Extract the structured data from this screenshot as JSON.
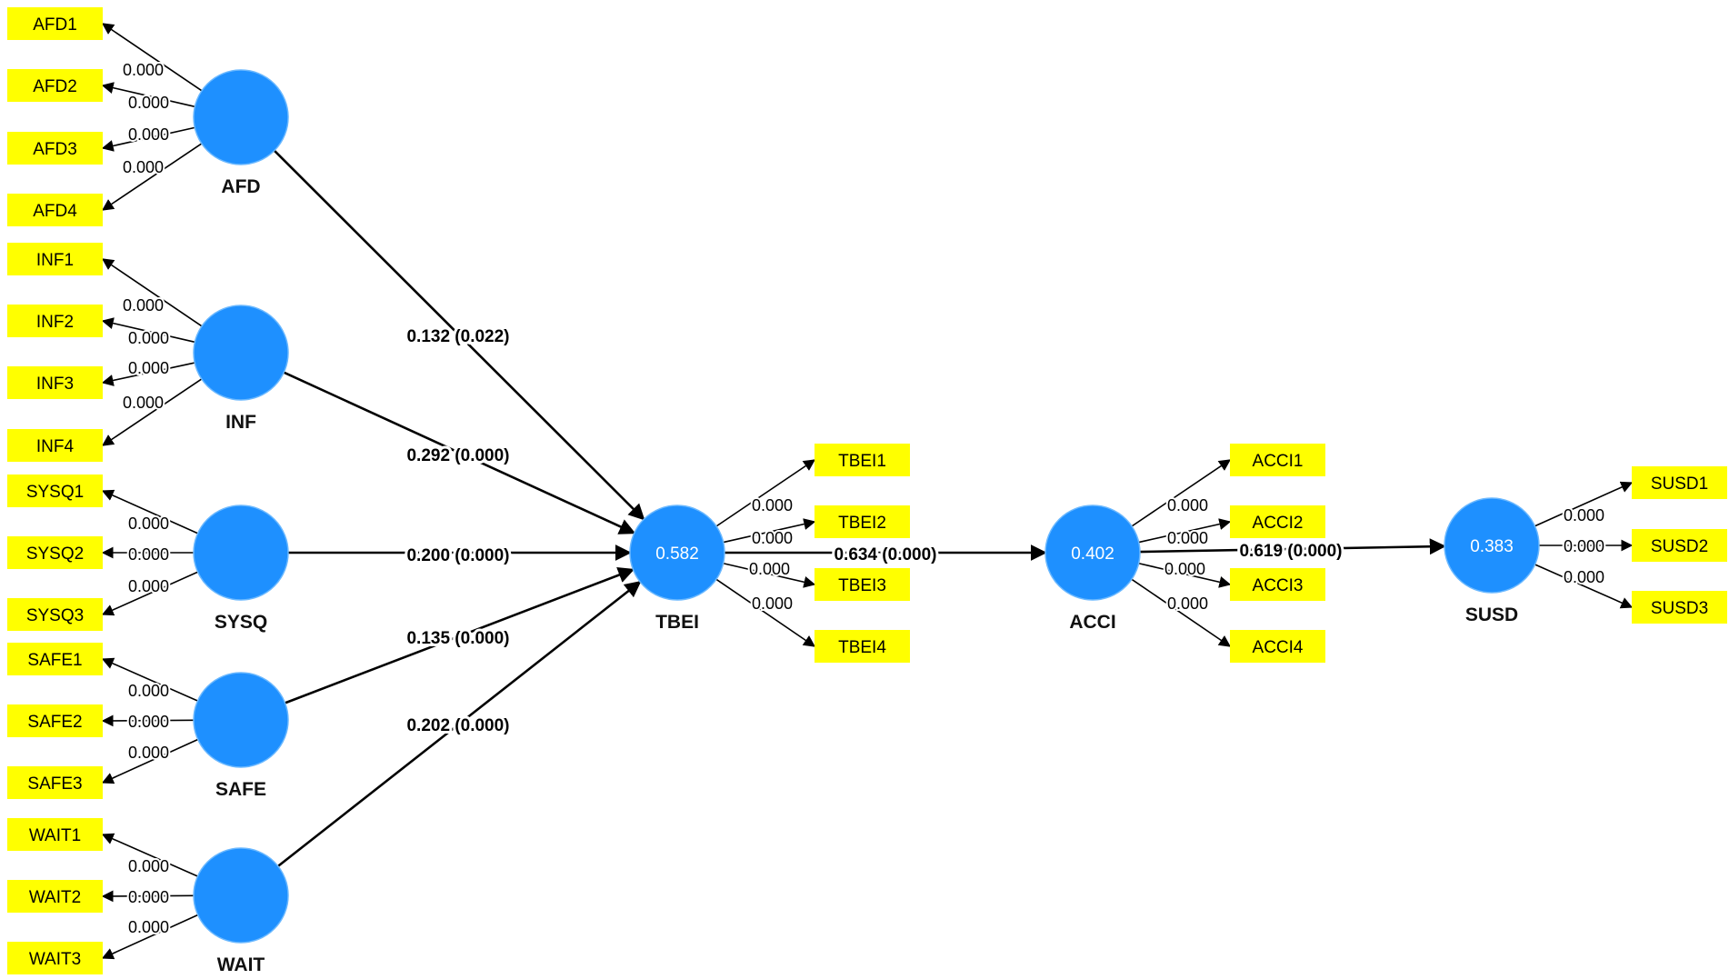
{
  "colors": {
    "latent_fill": "#1e90ff",
    "indicator_fill": "#ffff00",
    "line": "#000000",
    "background": "#ffffff"
  },
  "latents": [
    {
      "id": "AFD",
      "label": "AFD",
      "value": ""
    },
    {
      "id": "INF",
      "label": "INF",
      "value": ""
    },
    {
      "id": "SYSQ",
      "label": "SYSQ",
      "value": ""
    },
    {
      "id": "SAFE",
      "label": "SAFE",
      "value": ""
    },
    {
      "id": "WAIT",
      "label": "WAIT",
      "value": ""
    },
    {
      "id": "TBEI",
      "label": "TBEI",
      "value": "0.582"
    },
    {
      "id": "ACCI",
      "label": "ACCI",
      "value": "0.402"
    },
    {
      "id": "SUSD",
      "label": "SUSD",
      "value": "0.383"
    }
  ],
  "indicators": [
    {
      "id": "AFD1",
      "label": "AFD1",
      "latent": "AFD",
      "loading": "0.000"
    },
    {
      "id": "AFD2",
      "label": "AFD2",
      "latent": "AFD",
      "loading": "0.000"
    },
    {
      "id": "AFD3",
      "label": "AFD3",
      "latent": "AFD",
      "loading": "0.000"
    },
    {
      "id": "AFD4",
      "label": "AFD4",
      "latent": "AFD",
      "loading": "0.000"
    },
    {
      "id": "INF1",
      "label": "INF1",
      "latent": "INF",
      "loading": "0.000"
    },
    {
      "id": "INF2",
      "label": "INF2",
      "latent": "INF",
      "loading": "0.000"
    },
    {
      "id": "INF3",
      "label": "INF3",
      "latent": "INF",
      "loading": "0.000"
    },
    {
      "id": "INF4",
      "label": "INF4",
      "latent": "INF",
      "loading": "0.000"
    },
    {
      "id": "SYSQ1",
      "label": "SYSQ1",
      "latent": "SYSQ",
      "loading": "0.000"
    },
    {
      "id": "SYSQ2",
      "label": "SYSQ2",
      "latent": "SYSQ",
      "loading": "0.000"
    },
    {
      "id": "SYSQ3",
      "label": "SYSQ3",
      "latent": "SYSQ",
      "loading": "0.000"
    },
    {
      "id": "SAFE1",
      "label": "SAFE1",
      "latent": "SAFE",
      "loading": "0.000"
    },
    {
      "id": "SAFE2",
      "label": "SAFE2",
      "latent": "SAFE",
      "loading": "0.000"
    },
    {
      "id": "SAFE3",
      "label": "SAFE3",
      "latent": "SAFE",
      "loading": "0.000"
    },
    {
      "id": "WAIT1",
      "label": "WAIT1",
      "latent": "WAIT",
      "loading": "0.000"
    },
    {
      "id": "WAIT2",
      "label": "WAIT2",
      "latent": "WAIT",
      "loading": "0.000"
    },
    {
      "id": "WAIT3",
      "label": "WAIT3",
      "latent": "WAIT",
      "loading": "0.000"
    },
    {
      "id": "TBEI1",
      "label": "TBEI1",
      "latent": "TBEI",
      "loading": ""
    },
    {
      "id": "TBEI2",
      "label": "TBEI2",
      "latent": "TBEI",
      "loading": "0.000"
    },
    {
      "id": "TBEI3",
      "label": "TBEI3",
      "latent": "TBEI",
      "loading": "0.000"
    },
    {
      "id": "TBEI4",
      "label": "TBEI4",
      "latent": "TBEI",
      "loading": "0.000"
    },
    {
      "id": "ACCI1",
      "label": "ACCI1",
      "latent": "ACCI",
      "loading": ""
    },
    {
      "id": "ACCI2",
      "label": "ACCI2",
      "latent": "ACCI",
      "loading": "0.000"
    },
    {
      "id": "ACCI3",
      "label": "ACCI3",
      "latent": "ACCI",
      "loading": "0.000"
    },
    {
      "id": "ACCI4",
      "label": "ACCI4",
      "latent": "ACCI",
      "loading": "0.000"
    },
    {
      "id": "SUSD1",
      "label": "SUSD1",
      "latent": "SUSD",
      "loading": "0.000"
    },
    {
      "id": "SUSD2",
      "label": "SUSD2",
      "latent": "SUSD",
      "loading": "0.000"
    },
    {
      "id": "SUSD3",
      "label": "SUSD3",
      "latent": "SUSD",
      "loading": "0.000"
    }
  ],
  "extra_loading_labels": [
    "0.000",
    "0.000"
  ],
  "paths": [
    {
      "from": "AFD",
      "to": "TBEI",
      "label": "0.132 (0.022)"
    },
    {
      "from": "INF",
      "to": "TBEI",
      "label": "0.292 (0.000)"
    },
    {
      "from": "SYSQ",
      "to": "TBEI",
      "label": "0.200 (0.000)"
    },
    {
      "from": "SAFE",
      "to": "TBEI",
      "label": "0.135 (0.000)"
    },
    {
      "from": "WAIT",
      "to": "TBEI",
      "label": "0.202 (0.000)"
    },
    {
      "from": "TBEI",
      "to": "ACCI",
      "label": "0.634 (0.000)"
    },
    {
      "from": "ACCI",
      "to": "SUSD",
      "label": "0.619 (0.000)"
    }
  ]
}
